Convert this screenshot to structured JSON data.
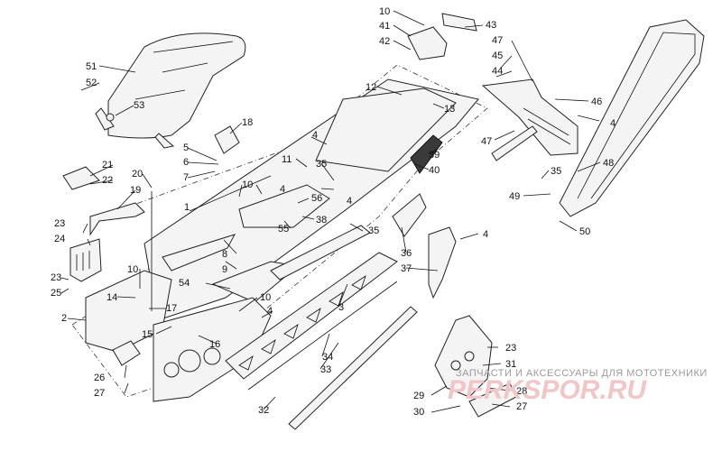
{
  "callouts": [
    {
      "id": "c1",
      "text": "1"
    },
    {
      "id": "c2",
      "text": "2"
    },
    {
      "id": "c3",
      "text": "3"
    },
    {
      "id": "c4a",
      "text": "4"
    },
    {
      "id": "c4b",
      "text": "4"
    },
    {
      "id": "c4c",
      "text": "4"
    },
    {
      "id": "c4d",
      "text": "4"
    },
    {
      "id": "c4e",
      "text": "4"
    },
    {
      "id": "c4f",
      "text": "4"
    },
    {
      "id": "c5",
      "text": "5"
    },
    {
      "id": "c6",
      "text": "6"
    },
    {
      "id": "c7",
      "text": "7"
    },
    {
      "id": "c8",
      "text": "8"
    },
    {
      "id": "c9",
      "text": "9"
    },
    {
      "id": "c10a",
      "text": "10"
    },
    {
      "id": "c10b",
      "text": "10"
    },
    {
      "id": "c10c",
      "text": "10"
    },
    {
      "id": "c10d",
      "text": "10"
    },
    {
      "id": "c11",
      "text": "11"
    },
    {
      "id": "c12",
      "text": "12"
    },
    {
      "id": "c13",
      "text": "13"
    },
    {
      "id": "c14",
      "text": "14"
    },
    {
      "id": "c15",
      "text": "15"
    },
    {
      "id": "c16",
      "text": "16"
    },
    {
      "id": "c17",
      "text": "17"
    },
    {
      "id": "c18",
      "text": "18"
    },
    {
      "id": "c19",
      "text": "19"
    },
    {
      "id": "c20",
      "text": "20"
    },
    {
      "id": "c21",
      "text": "21"
    },
    {
      "id": "c22",
      "text": "22"
    },
    {
      "id": "c23a",
      "text": "23"
    },
    {
      "id": "c23b",
      "text": "23"
    },
    {
      "id": "c23c",
      "text": "23"
    },
    {
      "id": "c24",
      "text": "24"
    },
    {
      "id": "c25",
      "text": "25"
    },
    {
      "id": "c26",
      "text": "26"
    },
    {
      "id": "c27a",
      "text": "27"
    },
    {
      "id": "c27b",
      "text": "27"
    },
    {
      "id": "c28",
      "text": "28"
    },
    {
      "id": "c29",
      "text": "29"
    },
    {
      "id": "c30",
      "text": "30"
    },
    {
      "id": "c31",
      "text": "31"
    },
    {
      "id": "c32",
      "text": "32"
    },
    {
      "id": "c33",
      "text": "33"
    },
    {
      "id": "c34",
      "text": "34"
    },
    {
      "id": "c35a",
      "text": "35"
    },
    {
      "id": "c35b",
      "text": "35"
    },
    {
      "id": "c35c",
      "text": "35"
    },
    {
      "id": "c36",
      "text": "36"
    },
    {
      "id": "c37",
      "text": "37"
    },
    {
      "id": "c38",
      "text": "38"
    },
    {
      "id": "c39",
      "text": "39"
    },
    {
      "id": "c40",
      "text": "40"
    },
    {
      "id": "c41",
      "text": "41"
    },
    {
      "id": "c42",
      "text": "42"
    },
    {
      "id": "c43",
      "text": "43"
    },
    {
      "id": "c44",
      "text": "44"
    },
    {
      "id": "c45",
      "text": "45"
    },
    {
      "id": "c46",
      "text": "46"
    },
    {
      "id": "c47a",
      "text": "47"
    },
    {
      "id": "c47b",
      "text": "47"
    },
    {
      "id": "c48",
      "text": "48"
    },
    {
      "id": "c49",
      "text": "49"
    },
    {
      "id": "c50",
      "text": "50"
    },
    {
      "id": "c51",
      "text": "51"
    },
    {
      "id": "c52",
      "text": "52"
    },
    {
      "id": "c53",
      "text": "53"
    },
    {
      "id": "c54",
      "text": "54"
    },
    {
      "id": "c55",
      "text": "55"
    },
    {
      "id": "c56",
      "text": "56"
    }
  ],
  "watermark": {
    "caption": "ЗАПЧАСТИ И АКСЕССУАРЫ ДЛЯ МОТОТЕХНИКИ",
    "logo": "PERKSPOR.RU"
  },
  "colors": {
    "line": "#111111",
    "watermark_logo": "#f1c6c6",
    "watermark_text": "#9a9a9a"
  }
}
